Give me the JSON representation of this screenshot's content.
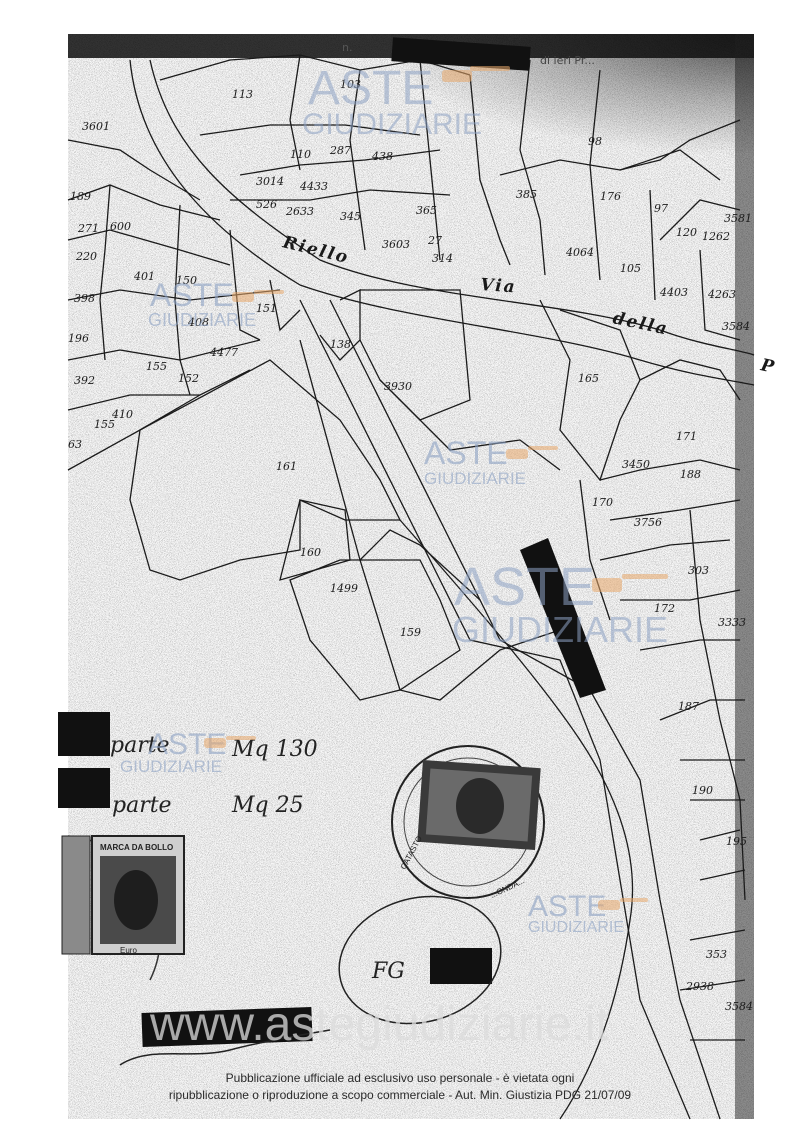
{
  "header": {
    "partial_text_left": "n.",
    "partial_text_right": "di ieri Pr..."
  },
  "streets": {
    "riello": "Riello",
    "via": "Via",
    "della": "della",
    "p": "P"
  },
  "parcels": [
    "3601",
    "113",
    "103",
    "98",
    "287",
    "110",
    "438",
    "385",
    "176",
    "97",
    "271",
    "189",
    "4433",
    "3014",
    "526",
    "2633",
    "345",
    "365",
    "120",
    "3581",
    "1262",
    "220",
    "600",
    "3603",
    "27",
    "314",
    "4064",
    "105",
    "4403",
    "4263",
    "3584",
    "401",
    "150",
    "398",
    "151",
    "196",
    "408",
    "138",
    "3930",
    "165",
    "392",
    "4477",
    "155",
    "152",
    "410",
    "63",
    "155",
    "161",
    "171",
    "3450",
    "188",
    "170",
    "3756",
    "160",
    "1499",
    "303",
    "172",
    "159",
    "3333",
    "187",
    "190",
    "195",
    "353",
    "2938",
    "3584"
  ],
  "annotations": {
    "line1_prefix": "parte",
    "line1_value": "Mq 130",
    "line2_prefix": "parte",
    "line2_value": "Mq 25",
    "sheet_ref": "FG"
  },
  "stamps": {
    "revenue_stamp_label": "MARCA DA BOLLO",
    "revenue_stamp_value": "Euro",
    "seal_text_top": "CATASTO",
    "seal_text_bottom": "...ONDA..."
  },
  "watermark": {
    "brand_top": "ASTE",
    "brand_bottom": "GIUDIZIARIE",
    "site": "www.astegiudiziarie.it"
  },
  "footer": {
    "line1": "Pubblicazione ufficiale ad esclusivo uso personale - è vietata ogni",
    "line2": "ripubblicazione o riproduzione a scopo commerciale - Aut. Min. Giustizia PDG 21/07/09"
  },
  "colors": {
    "ink": "#1a1a1a",
    "watermark_blue": "#8da2c4",
    "watermark_orange": "#e8a86a",
    "redaction": "#111111"
  }
}
